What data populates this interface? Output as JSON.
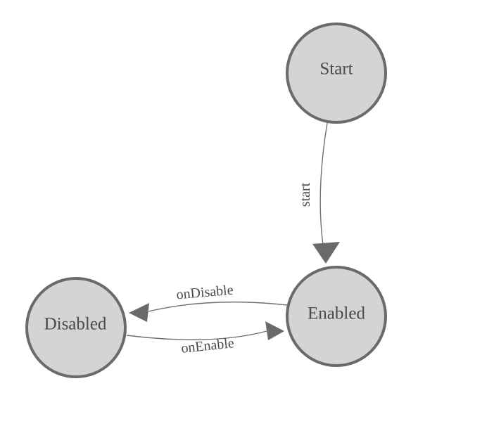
{
  "diagram": {
    "type": "state-machine",
    "colors": {
      "background": "#ffffff",
      "node_fill": "#d4d4d4",
      "node_stroke": "#6a6a6a",
      "edge_stroke": "#707070",
      "arrowhead_fill": "#6a6a6a",
      "node_label_color": "#4a4a4a",
      "edge_label_color": "#4a4a4a"
    },
    "nodes": [
      {
        "id": "start",
        "label": "Start"
      },
      {
        "id": "enabled",
        "label": "Enabled"
      },
      {
        "id": "disabled",
        "label": "Disabled"
      }
    ],
    "edges": [
      {
        "from": "Start",
        "to": "Enabled",
        "label": "start"
      },
      {
        "from": "Enabled",
        "to": "Disabled",
        "label": "onDisable"
      },
      {
        "from": "Disabled",
        "to": "Enabled",
        "label": "onEnable"
      }
    ]
  }
}
